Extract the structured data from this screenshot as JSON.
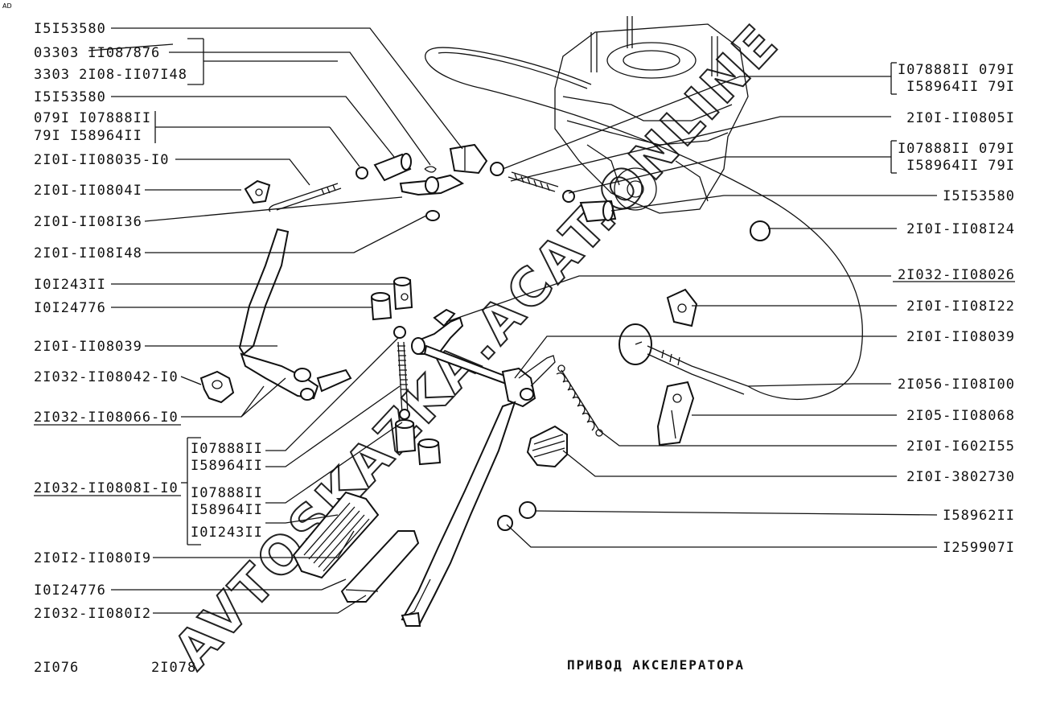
{
  "corner_mark": "AD",
  "title": "ПРИВОД АКСЕЛЕРАТОРА",
  "models": [
    "2I076",
    "2I078"
  ],
  "watermark": "AVTOSKAZKA.ACAT.ONLINE",
  "labels_left": [
    "I5I53580",
    "03303 II087876",
    "3303 2I08-II07I48",
    "I5I53580",
    "079I I07888II",
    "79I I58964II",
    "2I0I-II08035-I0",
    "2I0I-II0804I",
    "2I0I-II08I36",
    "2I0I-II08I48",
    "I0I243II",
    "I0I24776",
    "2I0I-II08039",
    "2I032-II08042-I0",
    "2I032-II08066-I0",
    "I07888II",
    "I58964II",
    "2I032-II0808I-I0",
    "I07888II",
    "I58964II",
    "I0I243II",
    "2I0I2-II080I9",
    "I0I24776",
    "2I032-II080I2"
  ],
  "labels_right": [
    "I07888II 079I",
    "I58964II 79I",
    "2I0I-II0805I",
    "I07888II 079I",
    "I58964II 79I",
    "I5I53580",
    "2I0I-II08I24",
    "2I032-II08026",
    "2I0I-II08I22",
    "2I0I-II08039",
    "2I056-II08I00",
    "2I05-II08068",
    "2I0I-I602I55",
    "2I0I-3802730",
    "I58962II",
    "I259907I"
  ]
}
